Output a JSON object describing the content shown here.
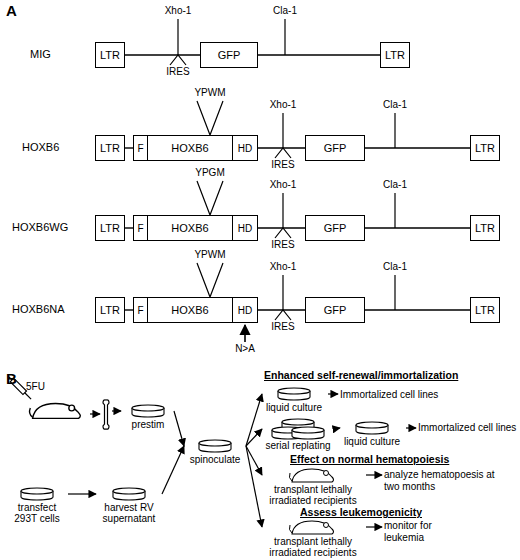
{
  "diagram": {
    "nodes": [
      {
        "text": [
          "LTR"
        ]
      },
      {
        "text": [
          "GFP"
        ]
      },
      {
        "text": [
          "LTR"
        ]
      },
      {
        "text": [
          "LTR"
        ]
      },
      {
        "text": [
          "F"
        ]
      },
      {
        "text": [
          "HOXB6"
        ]
      },
      {
        "text": [
          "HD"
        ]
      },
      {
        "text": [
          "GFP"
        ]
      },
      {
        "text": [
          "LTR"
        ]
      },
      {
        "text": [
          "LTR"
        ]
      },
      {
        "text": [
          "F"
        ]
      },
      {
        "text": [
          "HOXB6"
        ]
      },
      {
        "text": [
          "HD"
        ]
      },
      {
        "text": [
          "GFP"
        ]
      },
      {
        "text": [
          "LTR"
        ]
      },
      {
        "text": [
          "LTR"
        ]
      },
      {
        "text": [
          "F"
        ]
      },
      {
        "text": [
          "HOXB6"
        ]
      },
      {
        "text": [
          "HD"
        ]
      },
      {
        "text": [
          "GFP"
        ]
      },
      {
        "text": [
          "LTR"
        ]
      },
      {
        "text": [
          "prestim"
        ]
      },
      {
        "text": [
          "transfect 293T cells"
        ]
      },
      {
        "text": [
          "harvest RV supernatant"
        ]
      },
      {
        "text": [
          "spinoculate"
        ]
      },
      {
        "text": [
          "liquid culture"
        ]
      },
      {
        "text": [
          "serial replating"
        ]
      },
      {
        "text": [
          "liquid culture"
        ]
      },
      {
        "text": [
          "transplant lethally irradiated recipients"
        ]
      },
      {
        "text": [
          "transplant lethally irradiated recipients"
        ]
      }
    ],
    "edges": [
      {
        "from": 0,
        "to": 1,
        "arrow": "none"
      },
      {
        "from": 1,
        "to": 2,
        "arrow": "none"
      },
      {
        "from": 3,
        "to": 4,
        "arrow": "none"
      },
      {
        "from": 6,
        "to": 7,
        "arrow": "none"
      },
      {
        "from": 7,
        "to": 8,
        "arrow": "none"
      },
      {
        "from": 9,
        "to": 10,
        "arrow": "none"
      },
      {
        "from": 12,
        "to": 13,
        "arrow": "none"
      },
      {
        "from": 13,
        "to": 14,
        "arrow": "none"
      },
      {
        "from": 15,
        "to": 16,
        "arrow": "none"
      },
      {
        "from": 18,
        "to": 19,
        "arrow": "none"
      },
      {
        "from": 19,
        "to": 20,
        "arrow": "none"
      },
      {
        "from": 22,
        "to": 23,
        "arrow": "to"
      },
      {
        "from": 21,
        "to": 24,
        "arrow": "to"
      },
      {
        "from": 23,
        "to": 24,
        "arrow": "to"
      },
      {
        "from": 24,
        "to": 25,
        "arrow": "to"
      },
      {
        "from": 24,
        "to": 26,
        "arrow": "to"
      },
      {
        "from": 24,
        "to": 28,
        "arrow": "to"
      },
      {
        "from": 24,
        "to": 29,
        "arrow": "to"
      },
      {
        "from": 26,
        "to": 27,
        "arrow": "to"
      }
    ],
    "labels": [
      "A",
      "MIG",
      "Xho-1",
      "IRES",
      "Cla-1",
      "HOXB6",
      "YPWM",
      "Xho-1",
      "IRES",
      "Cla-1",
      "HOXB6WG",
      "YPGM",
      "Xho-1",
      "IRES",
      "Cla-1",
      "HOXB6NA",
      "YPWM",
      "Xho-1",
      "IRES",
      "Cla-1",
      "N>A",
      "B",
      "5FU",
      "Enhanced self-renewal/immortalization",
      "Immortalized cell lines",
      "Immortalized cell lines",
      "Effect on normal hematopoiesis",
      "analyze hematopoesis at two months",
      "Assess leukemogenicity",
      "monitor for leukemia"
    ]
  }
}
